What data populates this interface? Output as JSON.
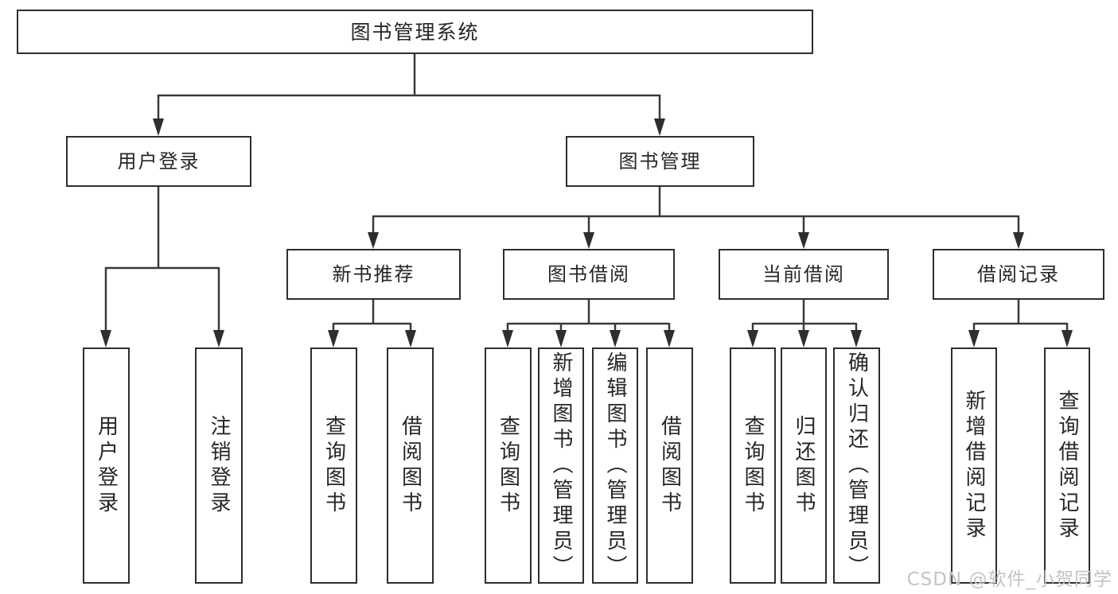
{
  "diagram": {
    "root": "图书管理系统",
    "level2": {
      "user_login": "用户登录",
      "book_mgmt": "图书管理"
    },
    "level3": {
      "new_books": "新书推荐",
      "book_borrow": "图书借阅",
      "current_borrow": "当前借阅",
      "borrow_records": "借阅记录"
    },
    "leaves": {
      "user_login": {
        "l1": "用户登录",
        "l2": "注销登录"
      },
      "new_books": {
        "l1": "查询图书",
        "l2": "借阅图书"
      },
      "book_borrow": {
        "l1": "查询图书",
        "l2": "新增图书（管理员）",
        "l3": "编辑图书（管理员）",
        "l4": "借阅图书"
      },
      "current_borrow": {
        "l1": "查询图书",
        "l2": "归还图书",
        "l3": "确认归还（管理员）"
      },
      "borrow_records": {
        "l1": "新增借阅记录",
        "l2": "查询借阅记录"
      }
    }
  },
  "watermark": "CSDN @软件_小贺同学",
  "colors": {
    "line": "#3a3a3a",
    "border": "#2e2e2e",
    "text": "#262626",
    "background": "#ffffff",
    "watermark": "#c4c4c4"
  }
}
